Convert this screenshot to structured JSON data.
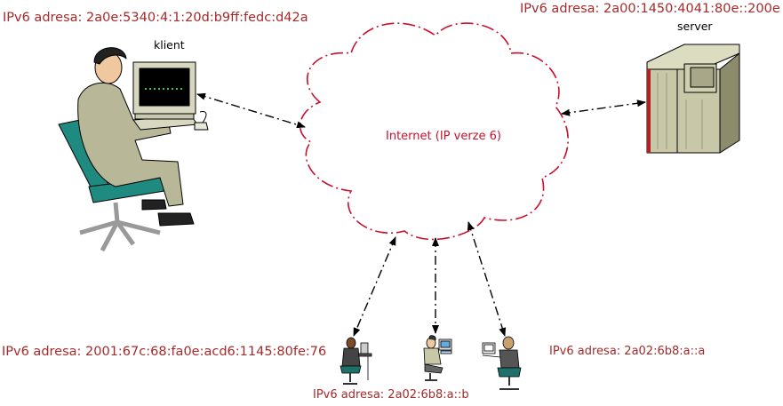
{
  "labels": {
    "client_address": "IPv6 adresa: 2a0e:5340:4:1:20d:b9ff:fedc:d42a",
    "server_address": "IPv6 adresa: 2a00:1450:4041:80e::200e",
    "client_name": "klient",
    "server_name": "server",
    "cloud_label": "Internet (IP verze 6)",
    "left_host_address": "IPv6 adresa: 2001:67c:68:fa0e:acd6:1145:80fe:76",
    "middle_host_address": "IPv6 adresa: 2a02:6b8:a::b",
    "right_host_address": "IPv6 adresa: 2a02:6b8:a::a"
  },
  "colors": {
    "address_text": "#a52a2a",
    "cloud_outline": "#c8102e",
    "arrow": "#000000",
    "suit": "#b8b898",
    "chair": "#1f8a80",
    "server_body": "#c8c8a8",
    "server_stripe": "#b22222"
  },
  "icons": [
    "client-workstation-icon",
    "server-icon",
    "internet-cloud-icon",
    "small-user-workstation-icon"
  ]
}
